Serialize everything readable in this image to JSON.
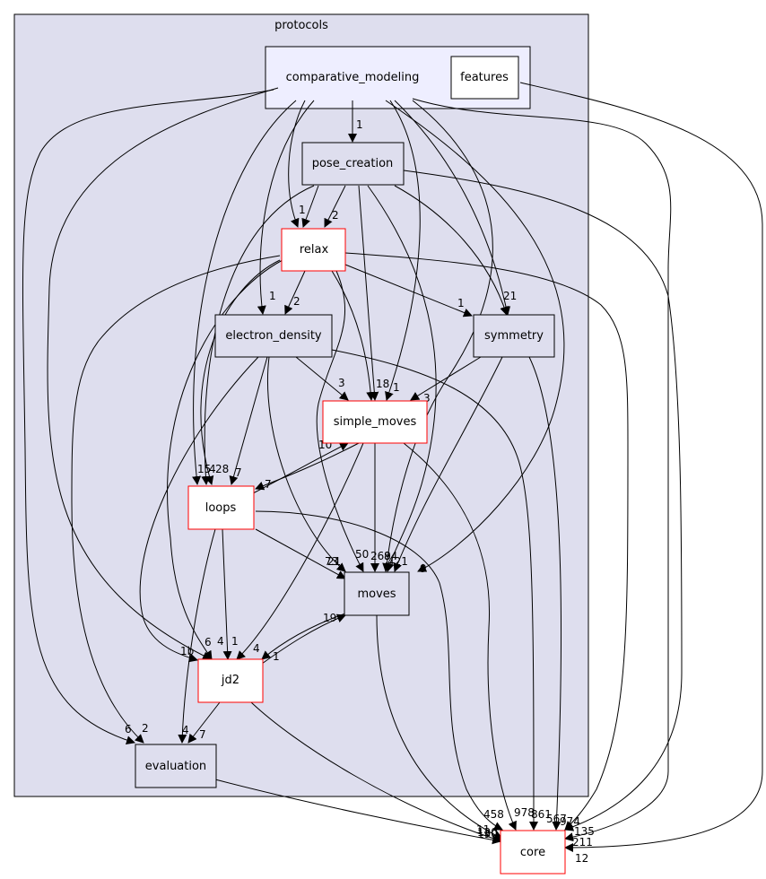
{
  "cluster": {
    "label": "protocols"
  },
  "parent": {
    "label": "comparative_modeling"
  },
  "nodes": {
    "features": "features",
    "pose_creation": "pose_creation",
    "relax": "relax",
    "electron_density": "electron_density",
    "symmetry": "symmetry",
    "simple_moves": "simple_moves",
    "loops": "loops",
    "moves": "moves",
    "jd2": "jd2",
    "evaluation": "evaluation",
    "core": "core"
  },
  "colors": {
    "cluster_fill": "#dedeee",
    "parent_fill": "#eeeeff",
    "node_fill": "#ffffff",
    "node_stroke": "#000000",
    "truncated_stroke": "#ff0000"
  },
  "edge_labels": {
    "cm_pose": "1",
    "pose_relax_a": "1",
    "pose_relax_b": "2",
    "relax_ed": "2",
    "cm_ed": "1",
    "relax_sym": "1",
    "sym_21": "21",
    "sm_18": "18",
    "sm_1": "1",
    "ed_sm": "3",
    "sym_sm": "3",
    "sm_loops": "10",
    "loops_sm": "7",
    "loops_15": "15",
    "loops_4": "4",
    "loops_28": "28",
    "loops_7": "7",
    "moves_73": "73",
    "moves_21": "21",
    "moves_50": "50",
    "moves_269": "269",
    "moves_84": "84",
    "moves_421": "421",
    "moves_9": "9",
    "jd2_moves": "19",
    "jd2_1b": "1b",
    "jd2_6": "6",
    "jd2_4a": "4",
    "jd2_1": "1",
    "jd2_4b": "4",
    "moves_jd2": "1",
    "eval_6": "6",
    "eval_2": "2",
    "eval_4": "4",
    "eval_7": "7",
    "core_458": "458",
    "core_978": "978",
    "core_861": "861",
    "core_567": "567",
    "core_974": "974",
    "core_135": "135",
    "core_211": "211",
    "core_12": "12",
    "core_11": "11",
    "core_190": "190",
    "core_120": "120"
  }
}
